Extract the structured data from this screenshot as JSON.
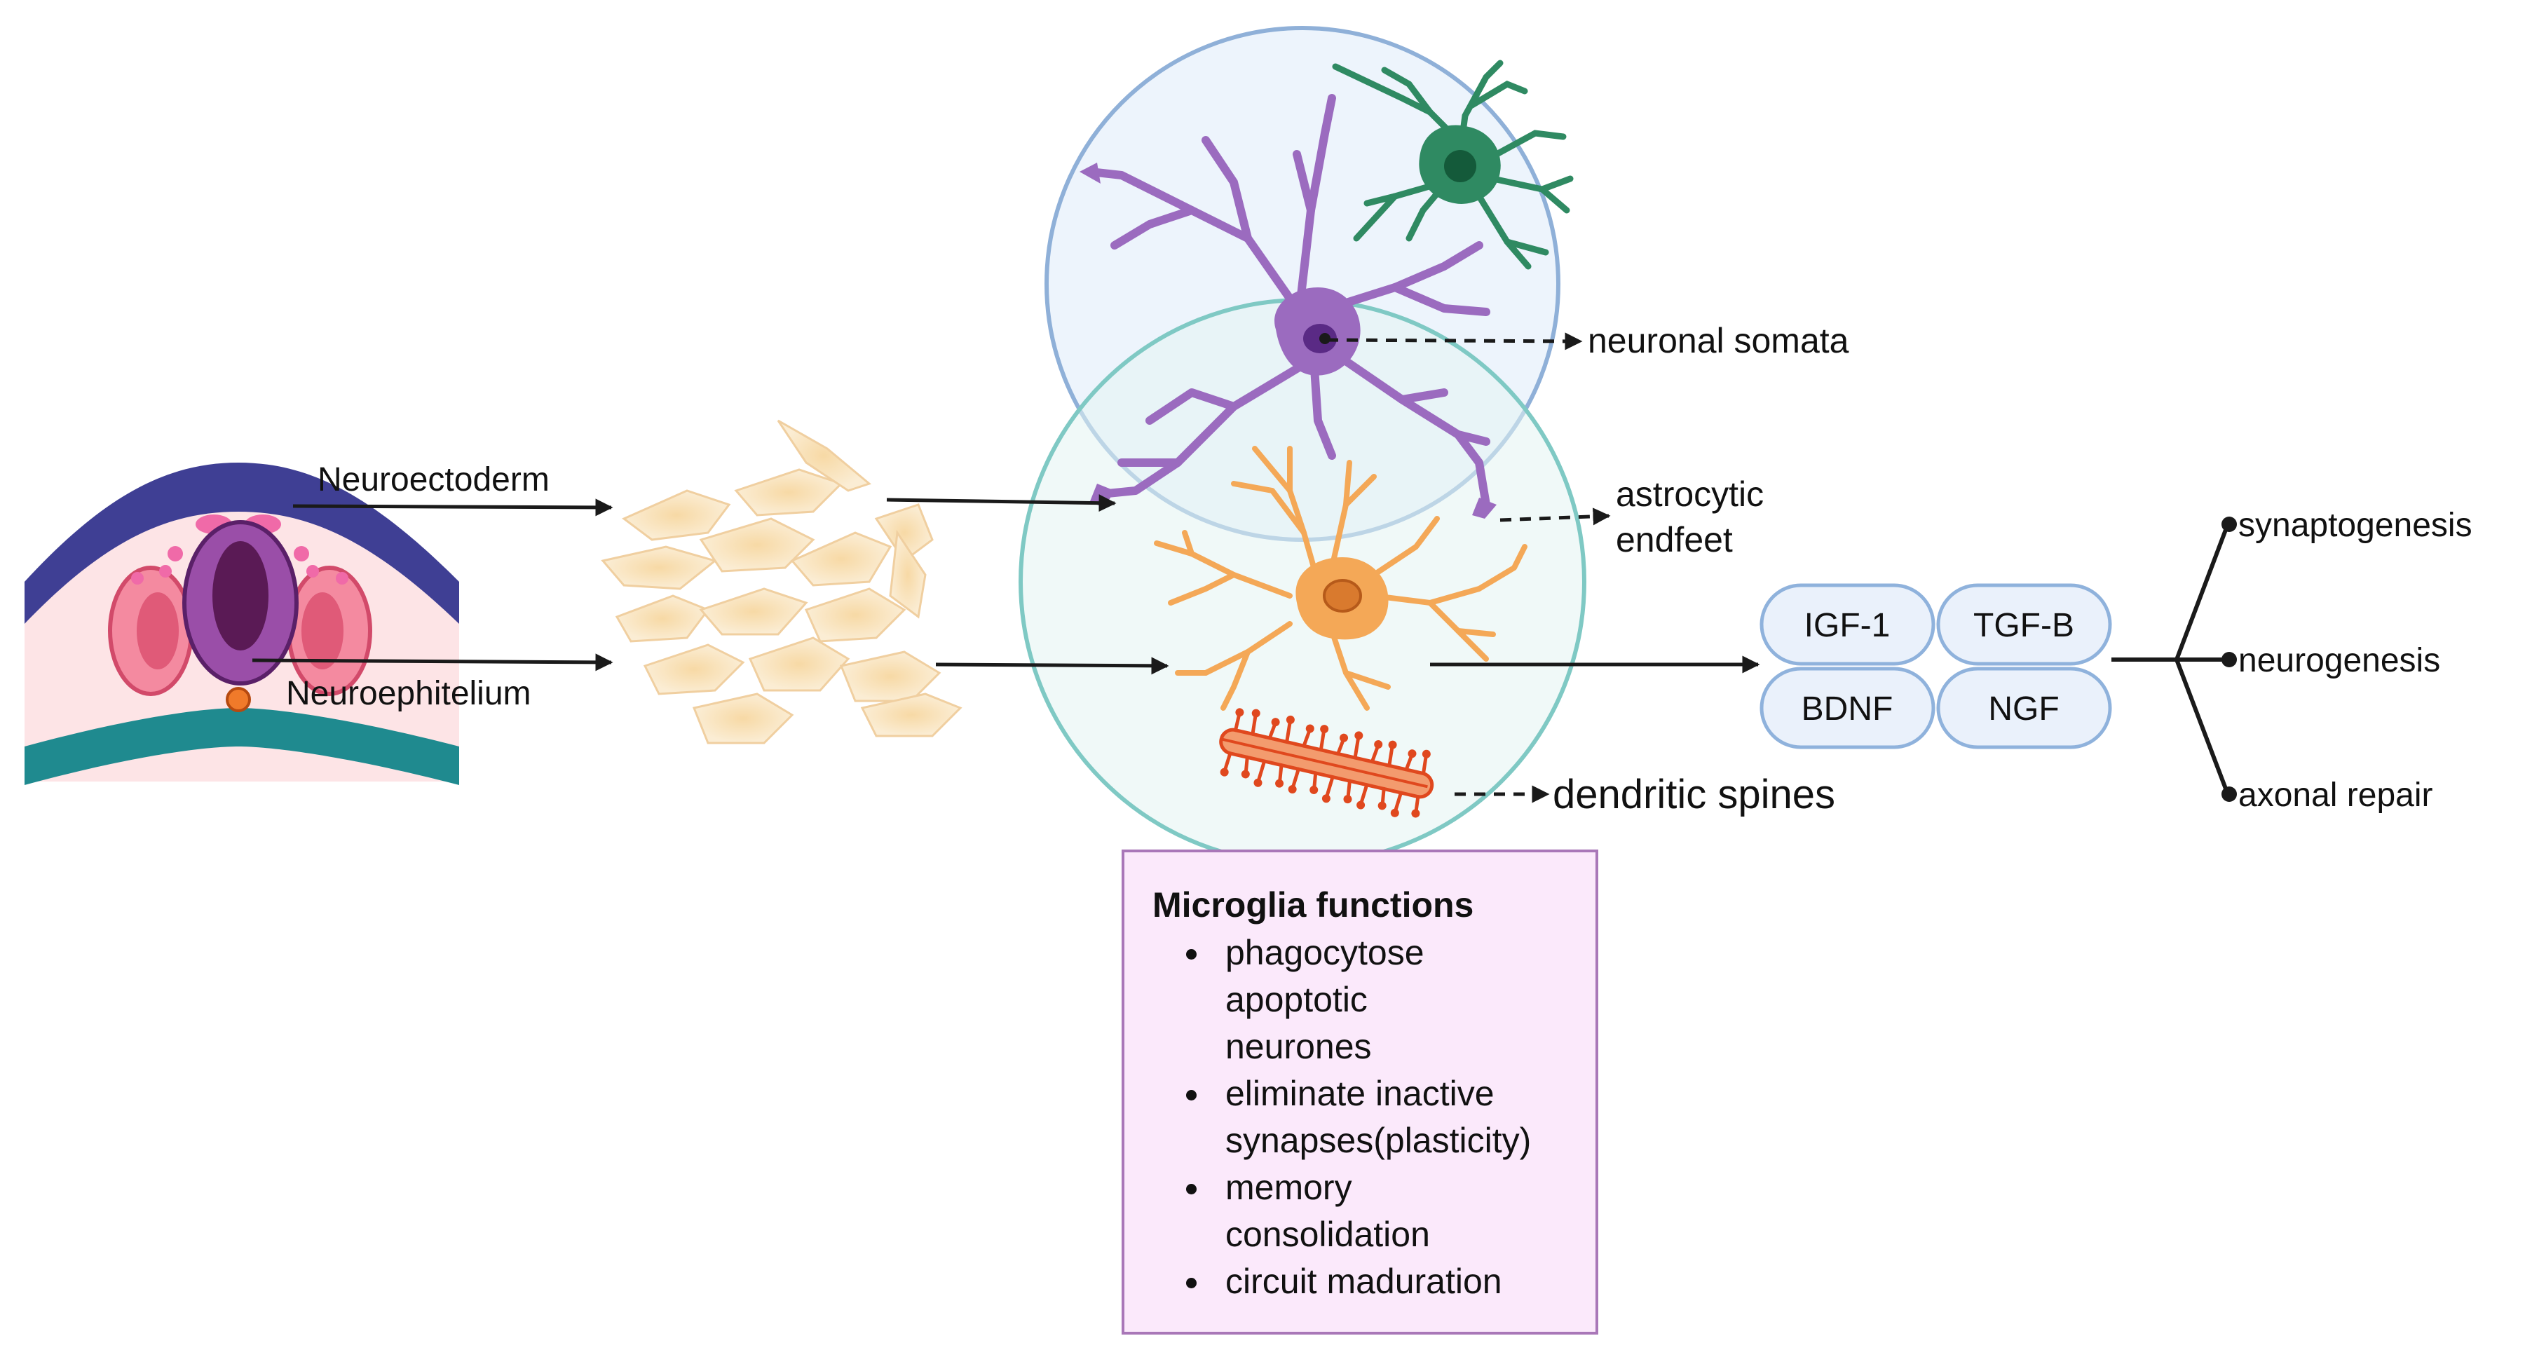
{
  "labels": {
    "neuroectoderm": "Neuroectoderm",
    "neuroephitelium": "Neuroephitelium",
    "neuronal_somata": "neuronal somata",
    "astrocytic_line1": "astrocytic",
    "astrocytic_line2": "endfeet",
    "dendritic_spines": "dendritic spines"
  },
  "factors": [
    "IGF-1",
    "TGF-B",
    "BDNF",
    "NGF"
  ],
  "outcomes": [
    "synaptogenesis",
    "neurogenesis",
    "axonal repair"
  ],
  "microglia_box": {
    "title": "Microglia functions",
    "items": [
      {
        "lines": [
          "phagocytose",
          "apoptotic",
          "neurones"
        ]
      },
      {
        "lines": [
          "eliminate inactive",
          "synapses(plasticity)"
        ]
      },
      {
        "lines": [
          "memory",
          "consolidation"
        ]
      },
      {
        "lines": [
          "circuit maduration"
        ]
      }
    ]
  },
  "colors": {
    "neuron": "#9b6bbf",
    "astrocyte_green": "#2f8a62",
    "microglia_orange": "#f4a857",
    "factor_box_fill": "#eaf1fb",
    "factor_box_stroke": "#8fb2dc",
    "circle_blue": "#8fb0d8",
    "circle_teal": "#7fc9c4",
    "box_fill": "#fbe9fb"
  }
}
